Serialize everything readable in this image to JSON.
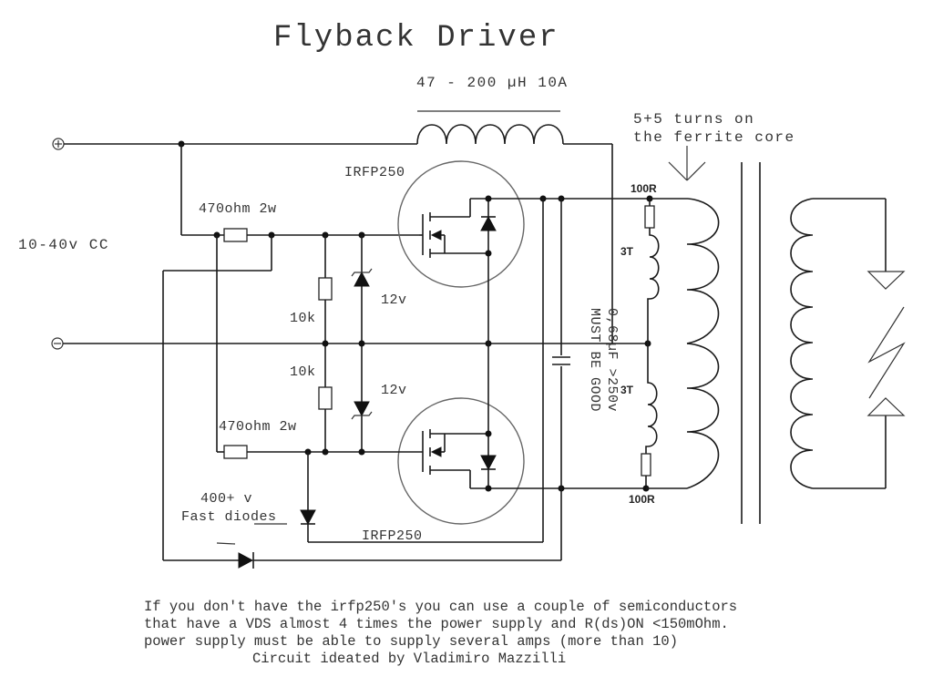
{
  "title": "Flyback Driver",
  "inductor_label": "47 - 200 µH 10A",
  "ferrite_note": [
    "5+5 turns on",
    "the ferrite core"
  ],
  "supply_label": "10-40v CC",
  "terminals": {
    "positive": "+",
    "negative": "−"
  },
  "resistors": {
    "gate_top": "470ohm 2w",
    "gate_bottom": "470ohm 2w",
    "pulldown_top": "10k",
    "pulldown_bottom": "10k",
    "snubber_top": "100R",
    "snubber_bottom": "100R"
  },
  "zeners": {
    "top": "12v",
    "bottom": "12v"
  },
  "mosfets": {
    "top": "IRFP250",
    "bottom": "IRFP250"
  },
  "feedback_windings": {
    "top": "3T",
    "bottom": "3T"
  },
  "capacitor_label": [
    "0,68µF >250v",
    "MUST BE GOOD"
  ],
  "diodes_note": [
    "400+ v",
    "Fast diodes"
  ],
  "notes": [
    "If you don't have the irfp250's you can use a couple of semiconductors",
    "that have a VDS almost 4 times the power supply and R(ds)ON <150mOhm.",
    "power supply must be able to supply several amps (more than 10)",
    "Circuit ideated by Vladimiro Mazzilli"
  ]
}
